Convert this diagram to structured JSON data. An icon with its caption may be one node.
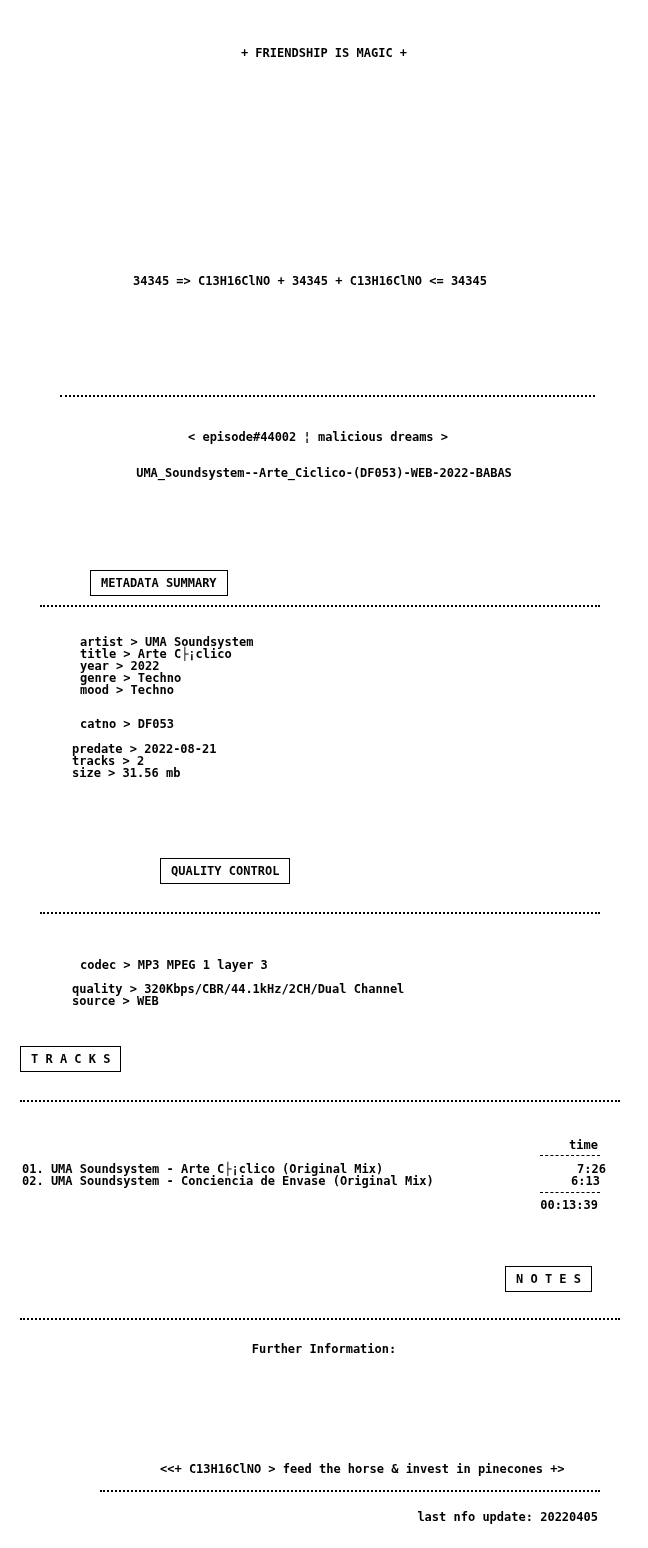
{
  "diagram": {
    "labels": [
      "+ FRIENDSHIP IS MAGIC +",
      "34345 => C13H16ClNO + 34345 + C13H16ClNO <= 34345",
      "< episode#44002 ¦ malicious dreams >",
      "UMA_Soundsystem--Arte_Ciclico-(DF053)-WEB-2022-BABAS",
      "METADATA SUMMARY",
      "artist > UMA Soundsystem",
      "title > Arte C├¡clico",
      "year > 2022",
      "genre > Techno",
      "mood > Techno",
      "catno > DF053",
      "predate > 2022-08-21",
      "tracks > 2",
      "size > 31.56 mb",
      "QUALITY CONTROL",
      "codec > MP3 MPEG 1 layer 3",
      "quality > 320Kbps/CBR/44.1kHz/2CH/Dual Channel",
      "source > WEB",
      "T R A C K S",
      "time",
      "01. UMA Soundsystem - Arte C├¡clico (Original Mix)",
      "7:26",
      "02. UMA Soundsystem - Conciencia de Envase (Original Mix)",
      "6:13",
      "00:13:39",
      "N O T E S",
      "Further Information:",
      "<<+ C13H16ClNO > feed the horse & invest in pinecones +>",
      "last nfo update: 20220405"
    ]
  }
}
